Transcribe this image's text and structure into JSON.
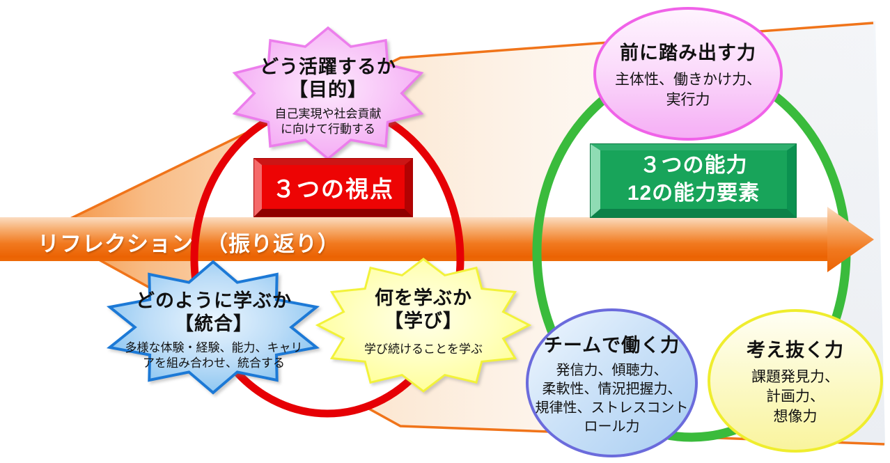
{
  "arrow": {
    "label": "リフレクション",
    "label_paren": "（振り返り）"
  },
  "viewpoints_box": {
    "label": "３つの視点"
  },
  "abilities_box": {
    "line1": "３つの能力",
    "line2": "12の能力要素"
  },
  "burst_purpose": {
    "title": "どう活躍するか",
    "subtitle": "【目的】",
    "body1": "自己実現や社会貢献",
    "body2": "に向けて行動する"
  },
  "burst_integration": {
    "title": "どのように学ぶか",
    "subtitle": "【統合】",
    "body1": "多様な体験・経験、能力、キャリ",
    "body2": "アを組み合わせ、統合する"
  },
  "burst_learning": {
    "title": "何を学ぶか",
    "subtitle": "【学び】",
    "body1": "学び続けることを学ぶ"
  },
  "ability_step_forward": {
    "title": "前に踏み出す力",
    "body1": "主体性、働きかけ力、",
    "body2": "実行力"
  },
  "ability_teamwork": {
    "title": "チームで働く力",
    "body1": "発信力、傾聴力、",
    "body2": "柔軟性、情況把握力、",
    "body3": "規律性、ストレスコントロール力"
  },
  "ability_think": {
    "title": "考え抜く力",
    "body1": "課題発見力、",
    "body2": "計画力、",
    "body3": "想像力"
  },
  "colors": {
    "red_circle": "#E60005",
    "green_circle": "#3ABB3C",
    "arrow_orange": "#EE6F0E",
    "pink_border": "#EC7EEC",
    "blue_border": "#1C79D6",
    "yellow_border": "#F2F23A",
    "violet_border": "#6B6BDC"
  }
}
